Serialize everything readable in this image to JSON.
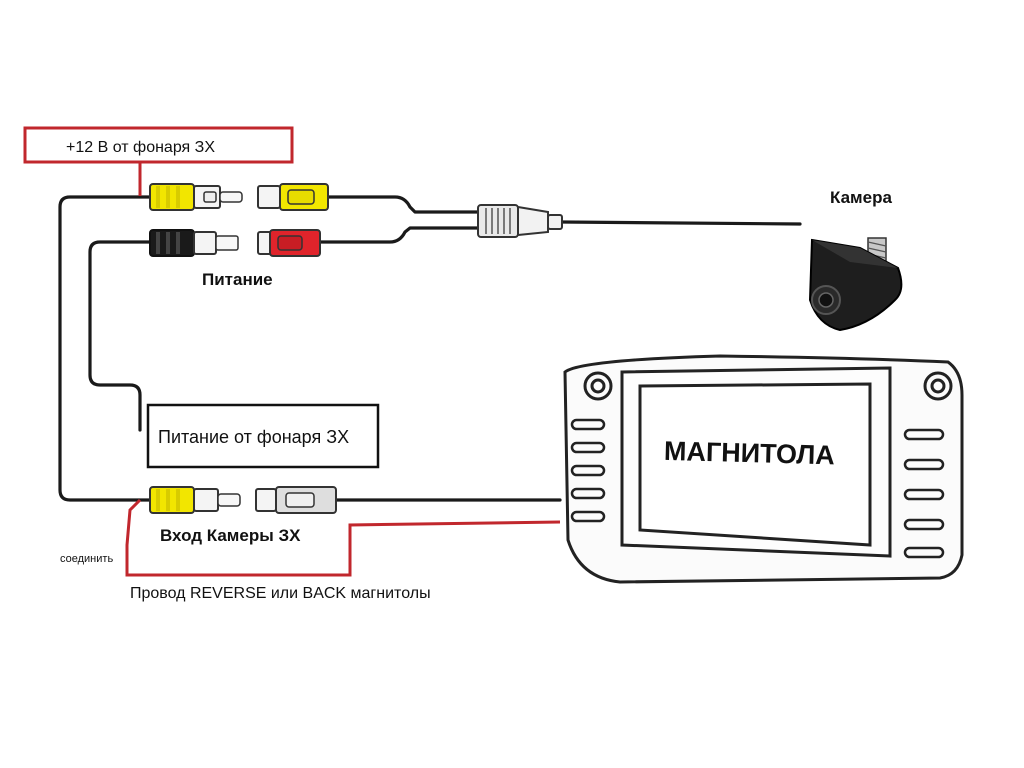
{
  "labels": {
    "plus12v": "+12 В от фонаря ЗХ",
    "camera": "Камера",
    "power": "Питание",
    "power_from_light": "Питание от фонаря ЗХ",
    "head_unit": "МАГНИТОЛА",
    "camera_input": "Вход Камеры ЗХ",
    "connect": "соединить",
    "reverse_wire": "Провод REVERSE  или  BACK магнитолы"
  },
  "colors": {
    "red_wire": "#c1272d",
    "yellow_rca": "#f2e600",
    "red_rca": "#e0242b",
    "black_rca": "#1a1a1a",
    "cable": "#1a1a1a"
  }
}
